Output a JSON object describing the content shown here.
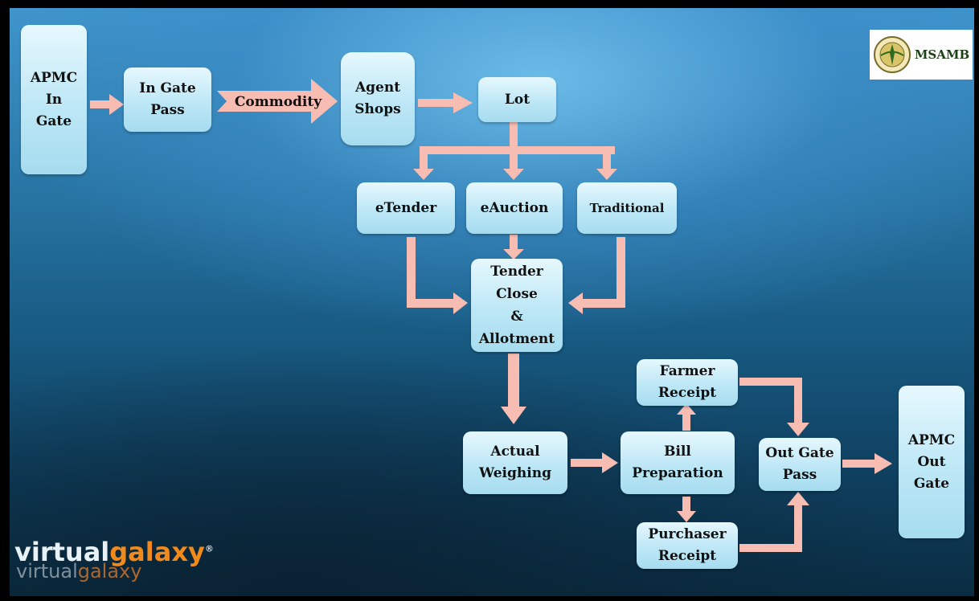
{
  "logo": {
    "text": "MSAMB",
    "icon": "emblem-icon"
  },
  "nodes": {
    "apmc_in_gate": "APMC\nIn\nGate",
    "in_gate_pass": "In Gate\nPass",
    "commodity": "Commodity",
    "agent_shops": "Agent\nShops",
    "lot": "Lot",
    "etender": "eTender",
    "eauction": "eAuction",
    "traditional": "Traditional",
    "tender_close": "Tender\nClose\n&\nAllotment",
    "actual_weighing": "Actual\nWeighing",
    "bill_preparation": "Bill\nPreparation",
    "farmer_receipt": "Farmer\nReceipt",
    "purchaser_receipt": "Purchaser\nReceipt",
    "out_gate_pass": "Out Gate\nPass",
    "apmc_out_gate": "APMC\nOut\nGate"
  },
  "watermark": {
    "part1": "virtual",
    "part2": "galaxy",
    "mark": "®"
  },
  "colors": {
    "arrow": "#f7bcb2",
    "box": "#bde7f6"
  }
}
